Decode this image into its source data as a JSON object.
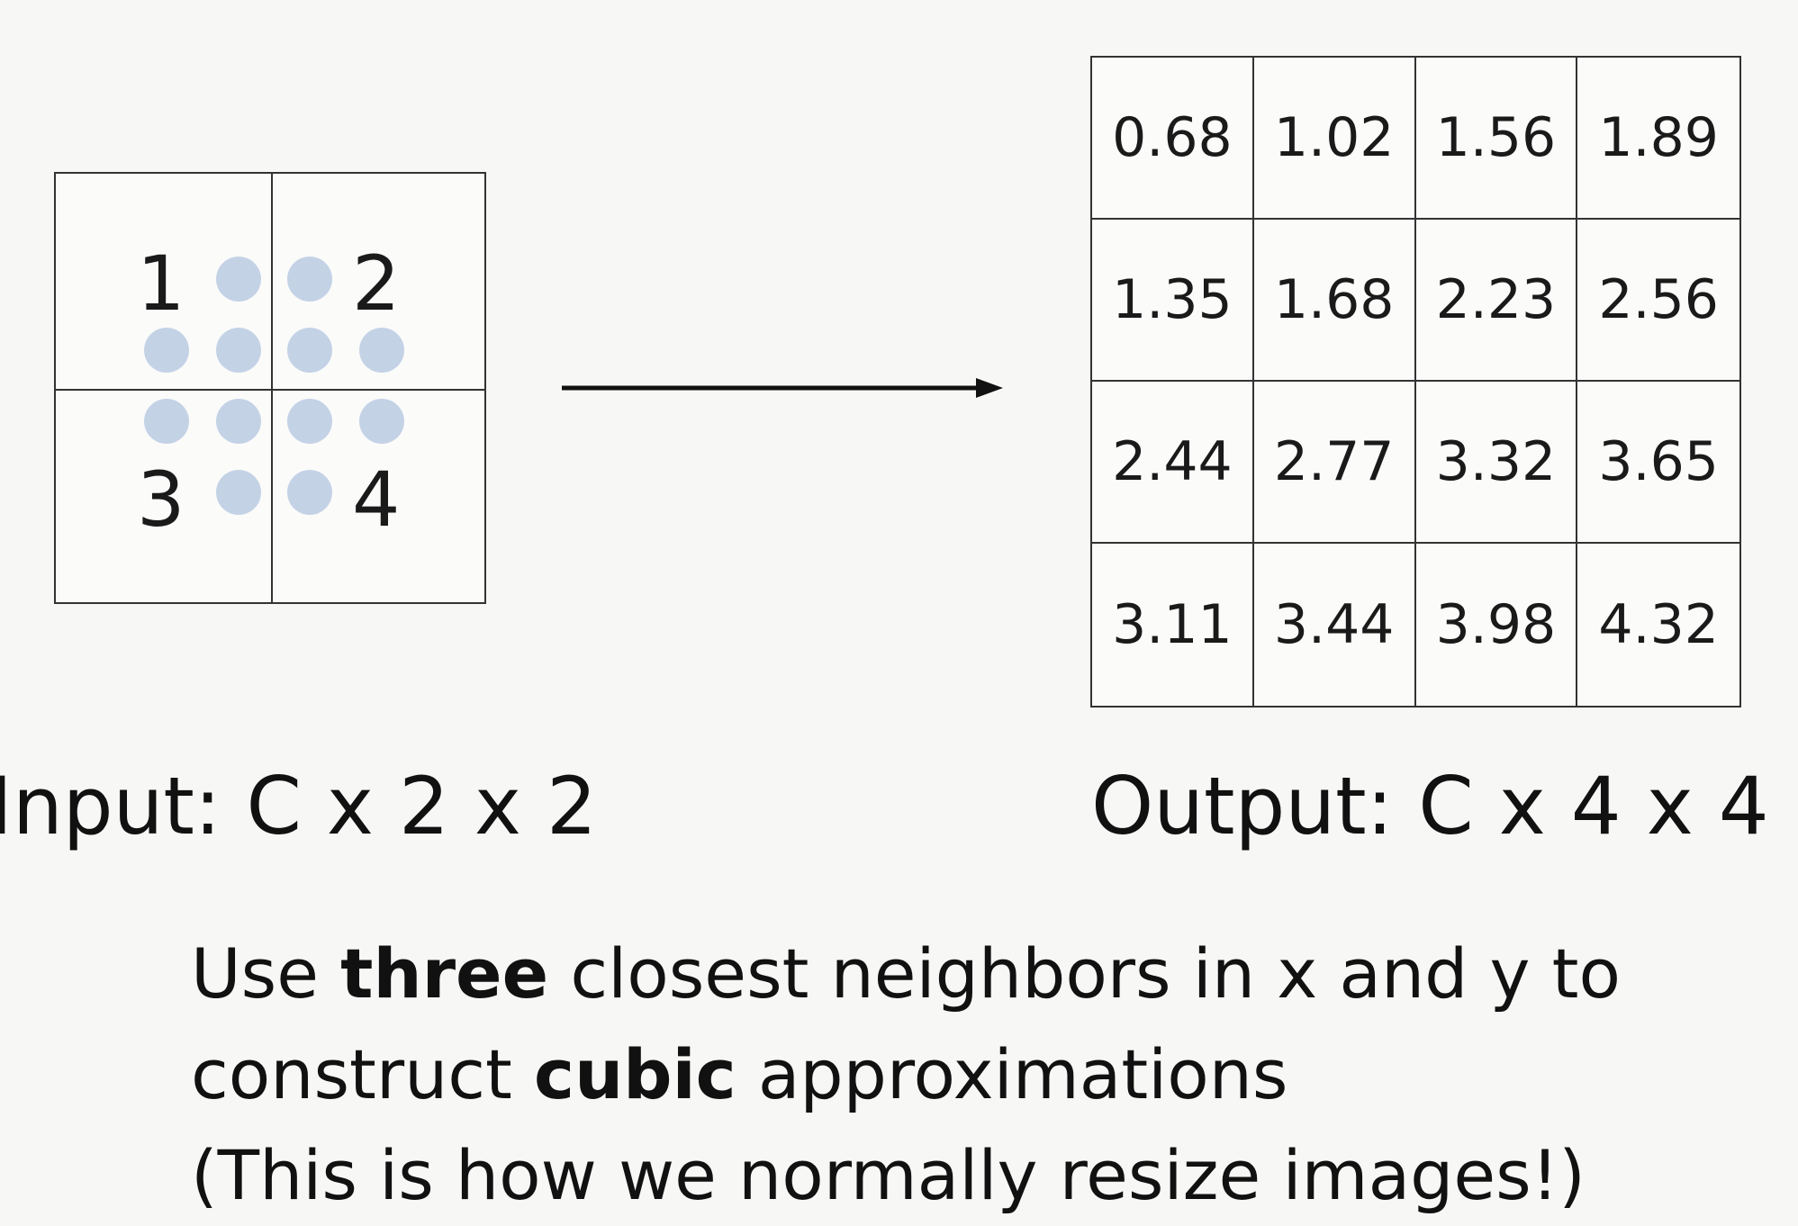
{
  "input": {
    "values": [
      "1",
      "2",
      "3",
      "4"
    ],
    "label": "Input: C x 2 x 2"
  },
  "output": {
    "rows": [
      [
        "0.68",
        "1.02",
        "1.56",
        "1.89"
      ],
      [
        "1.35",
        "1.68",
        "2.23",
        "2.56"
      ],
      [
        "2.44",
        "2.77",
        "3.32",
        "3.65"
      ],
      [
        "3.11",
        "3.44",
        "3.98",
        "4.32"
      ]
    ],
    "label": "Output: C x 4 x 4"
  },
  "caption": {
    "line1_pre": "Use ",
    "line1_bold": "three",
    "line1_post": " closest neighbors in x and y to",
    "line2_pre": "construct ",
    "line2_bold": "cubic",
    "line2_post": " approximations",
    "line3": "(This is how we normally resize images!)"
  },
  "colors": {
    "sample_dot": "#c4d2e6",
    "grid_line": "#333333",
    "background": "#f7f7f5"
  }
}
